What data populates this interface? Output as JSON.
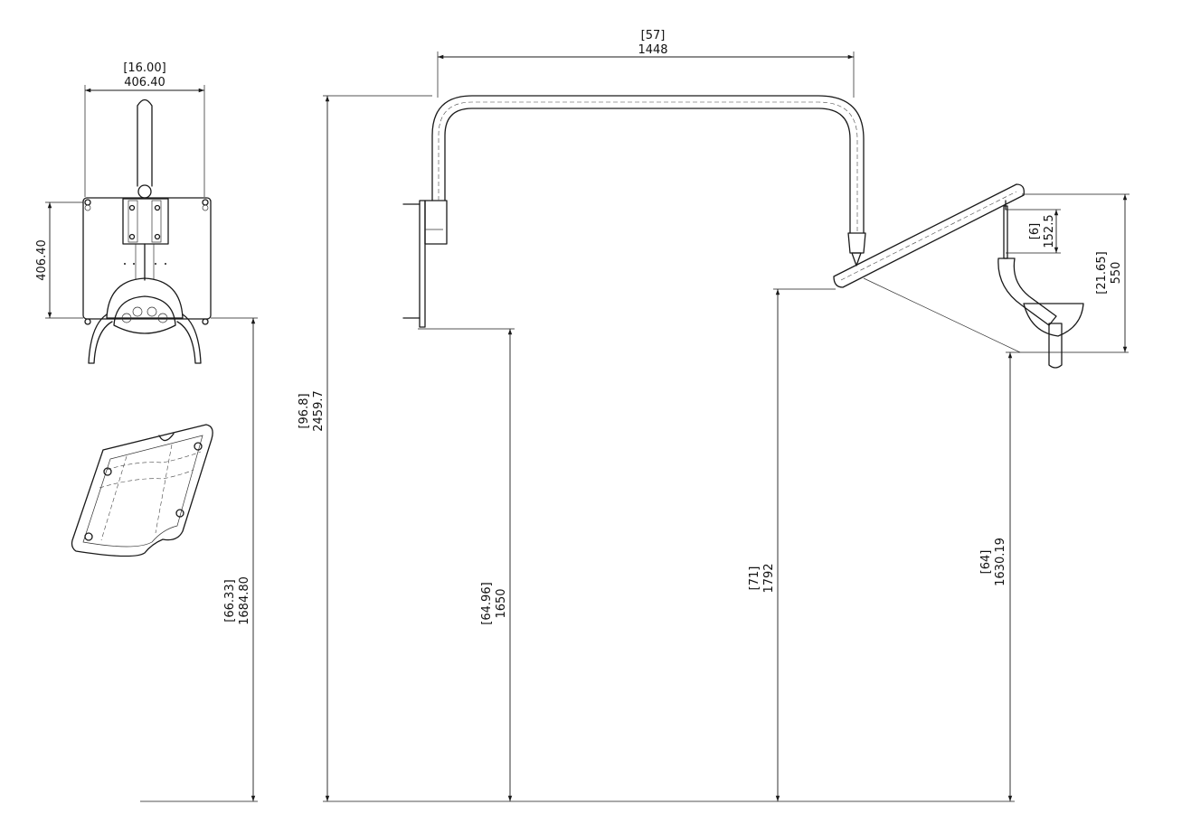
{
  "dimensions": {
    "top_width_in": "[16.00]",
    "top_width_mm": "406.40",
    "top_height_mm": "406.40",
    "mount_height_in": "[66.33]",
    "mount_height_mm": "1684.80",
    "overall_height_in": "[96.8]",
    "overall_height_mm": "2459.7",
    "arm_span_in": "[57]",
    "arm_span_mm": "1448",
    "bracket_bottom_in": "[64.96]",
    "bracket_bottom_mm": "1650",
    "arm_end_in": "[71]",
    "arm_end_mm": "1792",
    "lamp_bottom_in": "[64]",
    "lamp_bottom_mm": "1630.19",
    "drop_in": "[6]",
    "drop_mm": "152.5",
    "lamp_height_in": "[21.65]",
    "lamp_height_mm": "550"
  }
}
